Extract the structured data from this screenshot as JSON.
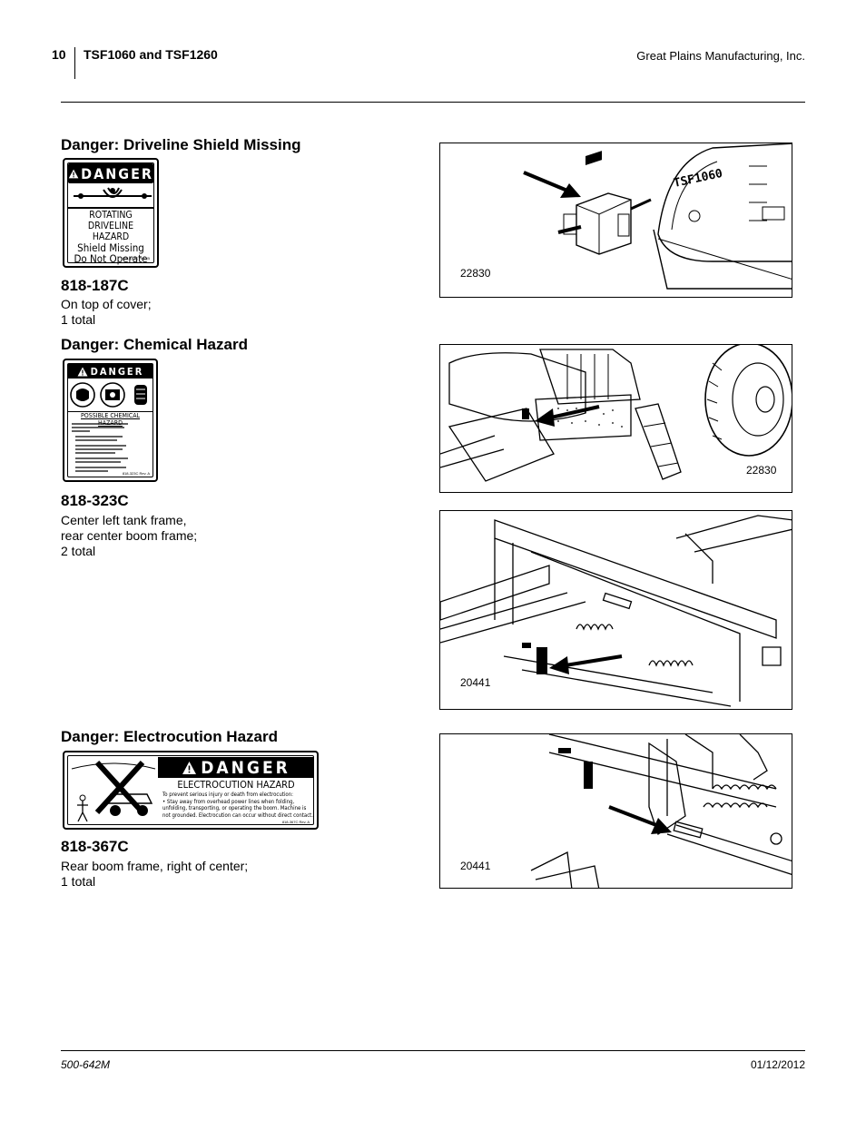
{
  "header": {
    "page_number": "10",
    "title": "TSF1060 and TSF1260",
    "company": "Great Plains Manufacturing, Inc."
  },
  "sections": [
    {
      "title": "Danger: Driveline Shield Missing",
      "decal": {
        "signal_word": "DANGER",
        "lines": [
          "ROTATING DRIVELINE",
          "HAZARD",
          "Shield Missing",
          "Do Not Operate"
        ],
        "code": "818-187C Rev. B"
      },
      "part_number": "818-187C",
      "description": "On top of cover;\n1 total",
      "figure_number": "22830"
    },
    {
      "title": "Danger: Chemical Hazard",
      "decal": {
        "signal_word": "DANGER",
        "heading": "POSSIBLE CHEMICAL HAZARD",
        "code": "818-323C Rev. A"
      },
      "part_number": "818-323C",
      "description": "Center left tank frame,\nrear center boom frame;\n2 total",
      "figure_numbers": [
        "22830",
        "20441"
      ]
    },
    {
      "title": "Danger: Electrocution Hazard",
      "decal": {
        "signal_word": "DANGER",
        "heading": "ELECTROCUTION HAZARD",
        "line1": "To prevent serious injury or death from electrocution:",
        "line2": "• Stay away from overhead power lines when folding, unfolding, transporting, or operating the boom. Machine is not grounded. Electrocution can occur without direct contact.",
        "code": "818-367C Rev. A"
      },
      "part_number": "818-367C",
      "description": "Rear boom frame, right of center;\n1 total",
      "figure_number": "20441"
    }
  ],
  "figure1": {
    "model_text": "TSF1060"
  },
  "footer": {
    "doc_number": "500-642M",
    "date": "01/12/2012"
  }
}
